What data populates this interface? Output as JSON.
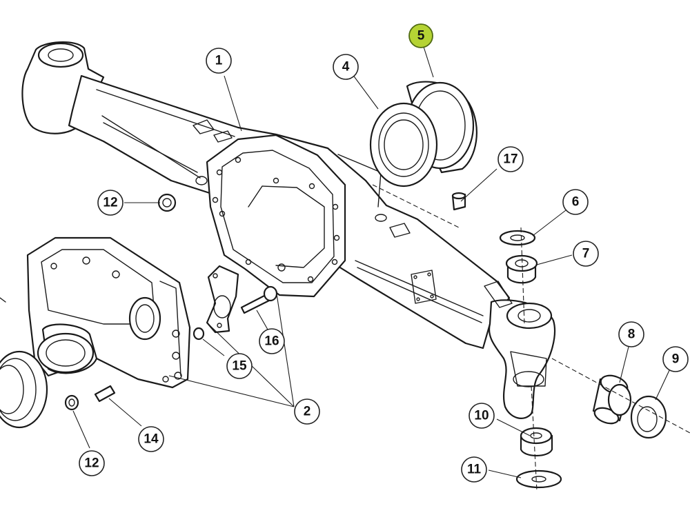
{
  "diagram": {
    "type": "exploded-parts-diagram",
    "highlight_color": "#b5d334",
    "callouts": [
      {
        "id": "c1",
        "label": "1",
        "highlighted": false
      },
      {
        "id": "c2",
        "label": "2",
        "highlighted": false
      },
      {
        "id": "c4",
        "label": "4",
        "highlighted": false
      },
      {
        "id": "c5",
        "label": "5",
        "highlighted": true
      },
      {
        "id": "c6",
        "label": "6",
        "highlighted": false
      },
      {
        "id": "c7",
        "label": "7",
        "highlighted": false
      },
      {
        "id": "c8",
        "label": "8",
        "highlighted": false
      },
      {
        "id": "c9",
        "label": "9",
        "highlighted": false
      },
      {
        "id": "c10",
        "label": "10",
        "highlighted": false
      },
      {
        "id": "c11",
        "label": "11",
        "highlighted": false
      },
      {
        "id": "c12a",
        "label": "12",
        "highlighted": false
      },
      {
        "id": "c12b",
        "label": "12",
        "highlighted": false
      },
      {
        "id": "c14",
        "label": "14",
        "highlighted": false
      },
      {
        "id": "c15",
        "label": "15",
        "highlighted": false
      },
      {
        "id": "c16",
        "label": "16",
        "highlighted": false
      },
      {
        "id": "c17",
        "label": "17",
        "highlighted": false
      }
    ]
  }
}
